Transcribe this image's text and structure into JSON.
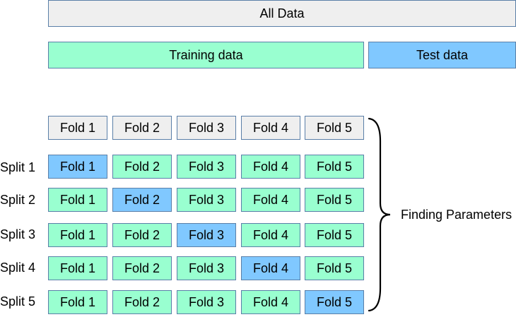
{
  "all_data_label": "All Data",
  "training_label": "Training data",
  "test_label": "Test data",
  "fold_labels": [
    "Fold 1",
    "Fold 2",
    "Fold 3",
    "Fold 4",
    "Fold 5"
  ],
  "splits": [
    {
      "label": "Split 1",
      "test_fold": 0
    },
    {
      "label": "Split 2",
      "test_fold": 1
    },
    {
      "label": "Split 3",
      "test_fold": 2
    },
    {
      "label": "Split 4",
      "test_fold": 3
    },
    {
      "label": "Split 5",
      "test_fold": 4
    }
  ],
  "annotation": "Finding Parameters",
  "colors": {
    "neutral": "#efefef",
    "train": "#99ffd0",
    "test": "#80c8ff",
    "border": "#5a7fa8"
  }
}
